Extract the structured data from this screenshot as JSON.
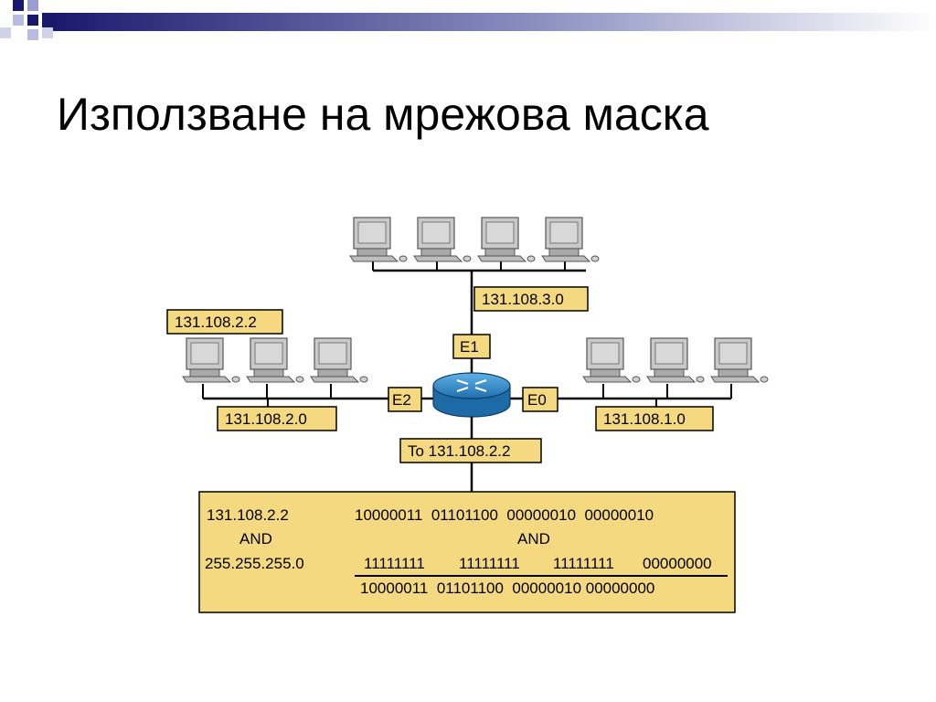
{
  "slide": {
    "title": "Използване на мрежова маска",
    "colors": {
      "label_fill": "#f5d981",
      "table_fill": "#f5d981",
      "router": "#2e86c8",
      "header_bar": "#17176b"
    }
  },
  "diagram": {
    "top_network": "131.108.3.0",
    "left_host": "131.108.2.2",
    "left_network": "131.108.2.0",
    "right_network": "131.108.1.0",
    "iface_e1": "E1",
    "iface_e2": "E2",
    "iface_e0": "E0",
    "destination": "To 131.108.2.2",
    "icons": {
      "router": "router-icon",
      "pc": "computer-icon"
    }
  },
  "calc": {
    "ip": "131.108.2.2",
    "and_left": "AND",
    "mask": "255.255.255.0",
    "ip_bits": "10000011  01101100  00000010  00000010",
    "and_right": "AND",
    "mask_bits": [
      "11111111",
      "11111111",
      "11111111",
      "00000000"
    ],
    "result_bits": "10000011  01101100  00000010 00000000"
  }
}
